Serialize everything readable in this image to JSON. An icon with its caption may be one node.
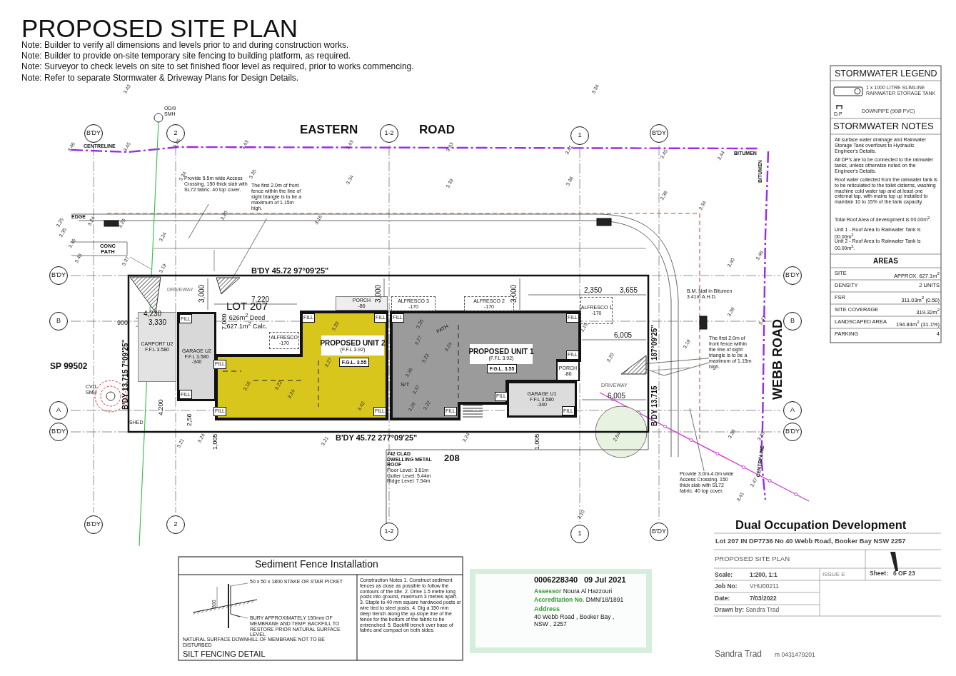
{
  "diagram": {
    "title": "PROPOSED SITE PLAN",
    "nodes": [
      {
        "text": [
          "B'DY"
        ]
      },
      {
        "text": [
          "2"
        ]
      },
      {
        "text": [
          "1-2"
        ]
      },
      {
        "text": [
          "1"
        ]
      },
      {
        "text": [
          "B'DY"
        ]
      },
      {
        "text": [
          "B'DY"
        ]
      },
      {
        "text": [
          "B"
        ]
      },
      {
        "text": [
          "A"
        ]
      },
      {
        "text": [
          "B'DY"
        ]
      },
      {
        "text": [
          "B'DY"
        ]
      },
      {
        "text": [
          "B"
        ]
      },
      {
        "text": [
          "A"
        ]
      },
      {
        "text": [
          "B'DY"
        ]
      },
      {
        "text": [
          "B'DY"
        ]
      },
      {
        "text": [
          "2"
        ]
      },
      {
        "text": [
          "1-2"
        ]
      },
      {
        "text": [
          "1"
        ]
      },
      {
        "text": [
          "B'DY"
        ]
      },
      {
        "text": [
          "LOT 207",
          "626m$^{2}$ Deed",
          "627.1m$^{2}$ Calc."
        ]
      },
      {
        "text": [
          "CARPORT U2",
          "F.F.L 3.580"
        ]
      },
      {
        "text": [
          "GARAGE U2",
          "F.F.L 3.580",
          "-340"
        ]
      },
      {
        "text": [
          "PROPOSED UNIT 2",
          "(F.F.L 3.92)"
        ]
      },
      {
        "text": [
          "F.G.L. 3.55"
        ]
      },
      {
        "text": [
          "PROPOSED UNIT 1",
          "(F.F.L 3.92)"
        ]
      },
      {
        "text": [
          "F.G.L. 3.55"
        ]
      },
      {
        "text": [
          "GARAGE U1",
          "F.F.L 3.580",
          "-340"
        ]
      },
      {
        "text": [
          "PORCH",
          "-86"
        ]
      },
      {
        "text": [
          "ALFRESCO 1",
          "-170"
        ]
      },
      {
        "text": [
          "ALFRESCO 2",
          "-170"
        ]
      },
      {
        "text": [
          "ALFRESCO 3",
          "-170"
        ]
      },
      {
        "text": [
          "PORCH",
          "-86"
        ]
      },
      {
        "text": [
          "ALFRESCO",
          "-170"
        ],
        "in": 18
      },
      {
        "text": [
          "FILL"
        ],
        "in": 20
      },
      {
        "text": [
          "FILL"
        ]
      },
      {
        "text": [
          "FILL"
        ]
      },
      {
        "text": [
          "FILL"
        ]
      },
      {
        "text": [
          "FILL"
        ]
      },
      {
        "text": [
          "FILL"
        ]
      },
      {
        "text": [
          "FILL"
        ]
      },
      {
        "text": [
          "FILL"
        ],
        "in": 20
      },
      {
        "text": [
          "FILL"
        ]
      },
      {
        "text": [
          "FILL"
        ]
      },
      {
        "text": [
          "FILL"
        ]
      },
      {
        "text": [
          "FILL"
        ]
      },
      {
        "text": [
          "FILL"
        ],
        "in": 25
      },
      {
        "text": [
          "#42 CLAD DWELLING METAL ROOF",
          "Floor Level: 3.61m Gutter Level: 5.44m Ridge Level: 7.54m"
        ]
      },
      {
        "text": [
          "Provide 5.5m wide Access Crossing. 150 thick slab with SL72 fabric. 40 top cover."
        ]
      },
      {
        "text": [
          "The first 2.0m of front fence within the line of sight triangle is to be a maximum of 1.15m high."
        ]
      },
      {
        "text": [
          "The first 2.0m of front fence within the line of sight triangle is to be a maximum of 1.15m high."
        ]
      },
      {
        "text": [
          "Provide 3.0m-4.0m wide Access Crossing. 150 thick slab with SL72 fabric. 40 top cover."
        ]
      },
      {
        "text": [],
        "shape": "triangle"
      },
      {
        "text": [],
        "shape": "triangle"
      },
      {
        "text": [],
        "shape": "triangle"
      }
    ],
    "edges": [
      {
        "from": 46,
        "to": null,
        "arrow": "none"
      },
      {
        "from": 47,
        "to": 51,
        "arrow": "none"
      },
      {
        "from": 48,
        "to": 52,
        "arrow": "none"
      },
      {
        "from": 48,
        "to": 52,
        "arrow": "none"
      },
      {
        "from": 49,
        "to": null,
        "arrow": "none"
      }
    ],
    "labels": [
      "Note: Builder to verify all dimensions and levels prior to and during construction works.",
      "Note: Builder to provide on-site temporary site fencing to building platform, as required.",
      "Note: Surveyor to check levels on site to set finished floor level as required, prior to works commencing.",
      "Note: Refer to separate Stormwater & Driveway Plans for Design Details.",
      "EASTERN",
      "ROAD",
      "WEBB ROAD",
      "CENTRELINE",
      "CENTRELINE",
      "BITUMEN",
      "BITUMEN",
      "EDGE",
      "CONC PATH",
      "SP 99502",
      "208",
      "SHED",
      "DRIVEWAY",
      "S/T",
      "DRIVEWAY",
      "PATH",
      "B'DY 45.72 97°09'25\"",
      "B'DY 45.72 277°09'25\"",
      "B'DY 13.715 7°09'25\"",
      "187°09'25\"",
      "B'DY 13.715",
      "7,220",
      "4,230",
      "3,330",
      "900",
      "3,000",
      "3,000",
      "3,000",
      "7,080",
      "4,200",
      "2,56",
      "1,005",
      "1,005",
      "2,350",
      "3,655",
      "6,005",
      "6,005",
      "B.M. Nail in Bitumen 3.41m A.H.D.",
      "OD/9 SMH",
      "CV/1 SMH",
      "3.43",
      "3.34",
      "3.46",
      "3.45",
      "3.45",
      "3.43",
      "3.43",
      "3.43",
      "3.41",
      "3.45",
      "3.44",
      "3.34",
      "3.35",
      "3.34",
      "3.33",
      "3.38",
      "3.38",
      "3.34",
      "3.40",
      "3.46",
      "3.25",
      "3.24",
      "3.23",
      "3.35",
      "3.36",
      "3.40",
      "3.37",
      "3.20",
      "3.16",
      "3.24",
      "3.19",
      "3.20",
      "3.27",
      "3.18",
      "3.22",
      "3.24",
      "3.42",
      "3.26",
      "3.27",
      "3.24",
      "3.23",
      "3.36",
      "3.37",
      "3.29",
      "3.22",
      "3.15",
      "3.20",
      "3.19",
      "3.39",
      "3.43",
      "3.38",
      "3.45",
      "3.41",
      "3.47",
      "3.10",
      "2.64",
      "3.21",
      "3.24",
      "3.21",
      "3.24",
      "Sediment Fence Installation",
      "50 x 50 x 1800 STAKE OR STAR PICKET",
      "BURY APPROXIMATELY 150mm OF MEMBRANE AND TEMP. BACKFILL TO RESTORE PRIOR NATURAL SURFACE LEVEL",
      "NATURAL SURFACE DOWNHILL OF MEMBRANE NOT TO BE DISTURBED",
      "600",
      "SILT FENCING DETAIL",
      "Construction Notes 1. Construct sediment fences as close as possible to follow the contours of the site. 2. Drive 1.5 metre long posts into ground, maximum 3 metres apart. 3. Staple to 40 mm square hardwood posts or wire tied to steel posts. 4. Dig a 150 mm deep trench along the up-slope line of the fence for the bottom of the fabric to be entrenched. 5. Backfill trench over base of fabric and compact on both sides.",
      "0006228340",
      "09 Jul 2021",
      "**Assessor** Noura Al Hazzouri",
      "**Accreditation No.** DMN/18/1891",
      "Address",
      "40 Webb Road , Booker Bay , NSW , 2257",
      "STORMWATER LEGEND",
      "D.P",
      "STORMWATER NOTES",
      "All surface water drainage and Rainwater Storage Tank overflows to Hydraulic Engineer's Details.",
      "All DP's are to be connected to the rainwater tanks, unless otherwise noted on the Engineer's Details.",
      "Roof water collected from the rainwater tank is to be reticulated to the toilet cisterns, washing machine cold water tap and at least one external tap, with mains top up installed to maintain 10 to 15% of the tank capacity.",
      "Total Roof Area of development is 00.00m$^{2}$.",
      "Unit 1 - Roof Area to Rainwater Tank is 00.00m$^{2}$.",
      "Unit 2 - Roof Area to Rainwater Tank is 00.00m$^{2}$.",
      "AREAS",
      "SITE",
      "APPROX. 627.1m$^{2}$",
      "DENSITY",
      "2 UNITS",
      "FSR",
      "311.03m$^{2}$ (0.50)",
      "SITE COVERAGE",
      "319.32m$^{2}$",
      "LANDSCAPED AREA",
      "194.84m$^{2}$ (31.1%)",
      "PARKING",
      "4",
      "Dual Occupation Development",
      "Lot 207 IN DP7736 No 40 Webb Road, Booker Bay NSW 2257",
      "PROPOSED SITE PLAN",
      "Scale:",
      "1:200, 1:1",
      "ISSUE E",
      "Sheet:",
      "6 OF 23",
      "Job No:",
      "VHU00211",
      "Date:",
      "7/03/2022",
      "**Drawn by:** Sandra Trad",
      "Sandra Trad",
      "m 0431479201"
    ],
    "legend": [
      {
        "text": "1 x 1000 LITRE SLIMLINE RAINWATER STORAGE TANK"
      },
      {
        "text": "DOWNPIPE (90Ø PVC)"
      }
    ]
  }
}
